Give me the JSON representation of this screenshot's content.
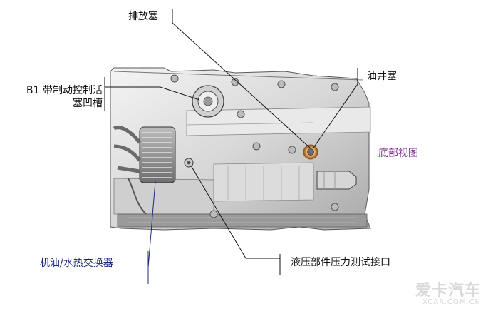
{
  "labels": {
    "drain_plug": "排放塞",
    "b1_groove_line1": "B1 带制动控制活",
    "b1_groove_line2": "塞凹槽",
    "oil_well_plug": "油井塞",
    "bottom_view": "底部视图",
    "oil_water_exchanger": "机油/水热交换器",
    "hydraulic_port": "液压部件压力测试接口"
  },
  "watermark": {
    "main": "爱卡汽车",
    "sub": "XCAR.COM.CN"
  },
  "colors": {
    "line_dark": "#111111",
    "line_blue": "#1c2a7a",
    "bottom_view_label": "#7a2a8a",
    "plug_ring": "#c8843a"
  }
}
